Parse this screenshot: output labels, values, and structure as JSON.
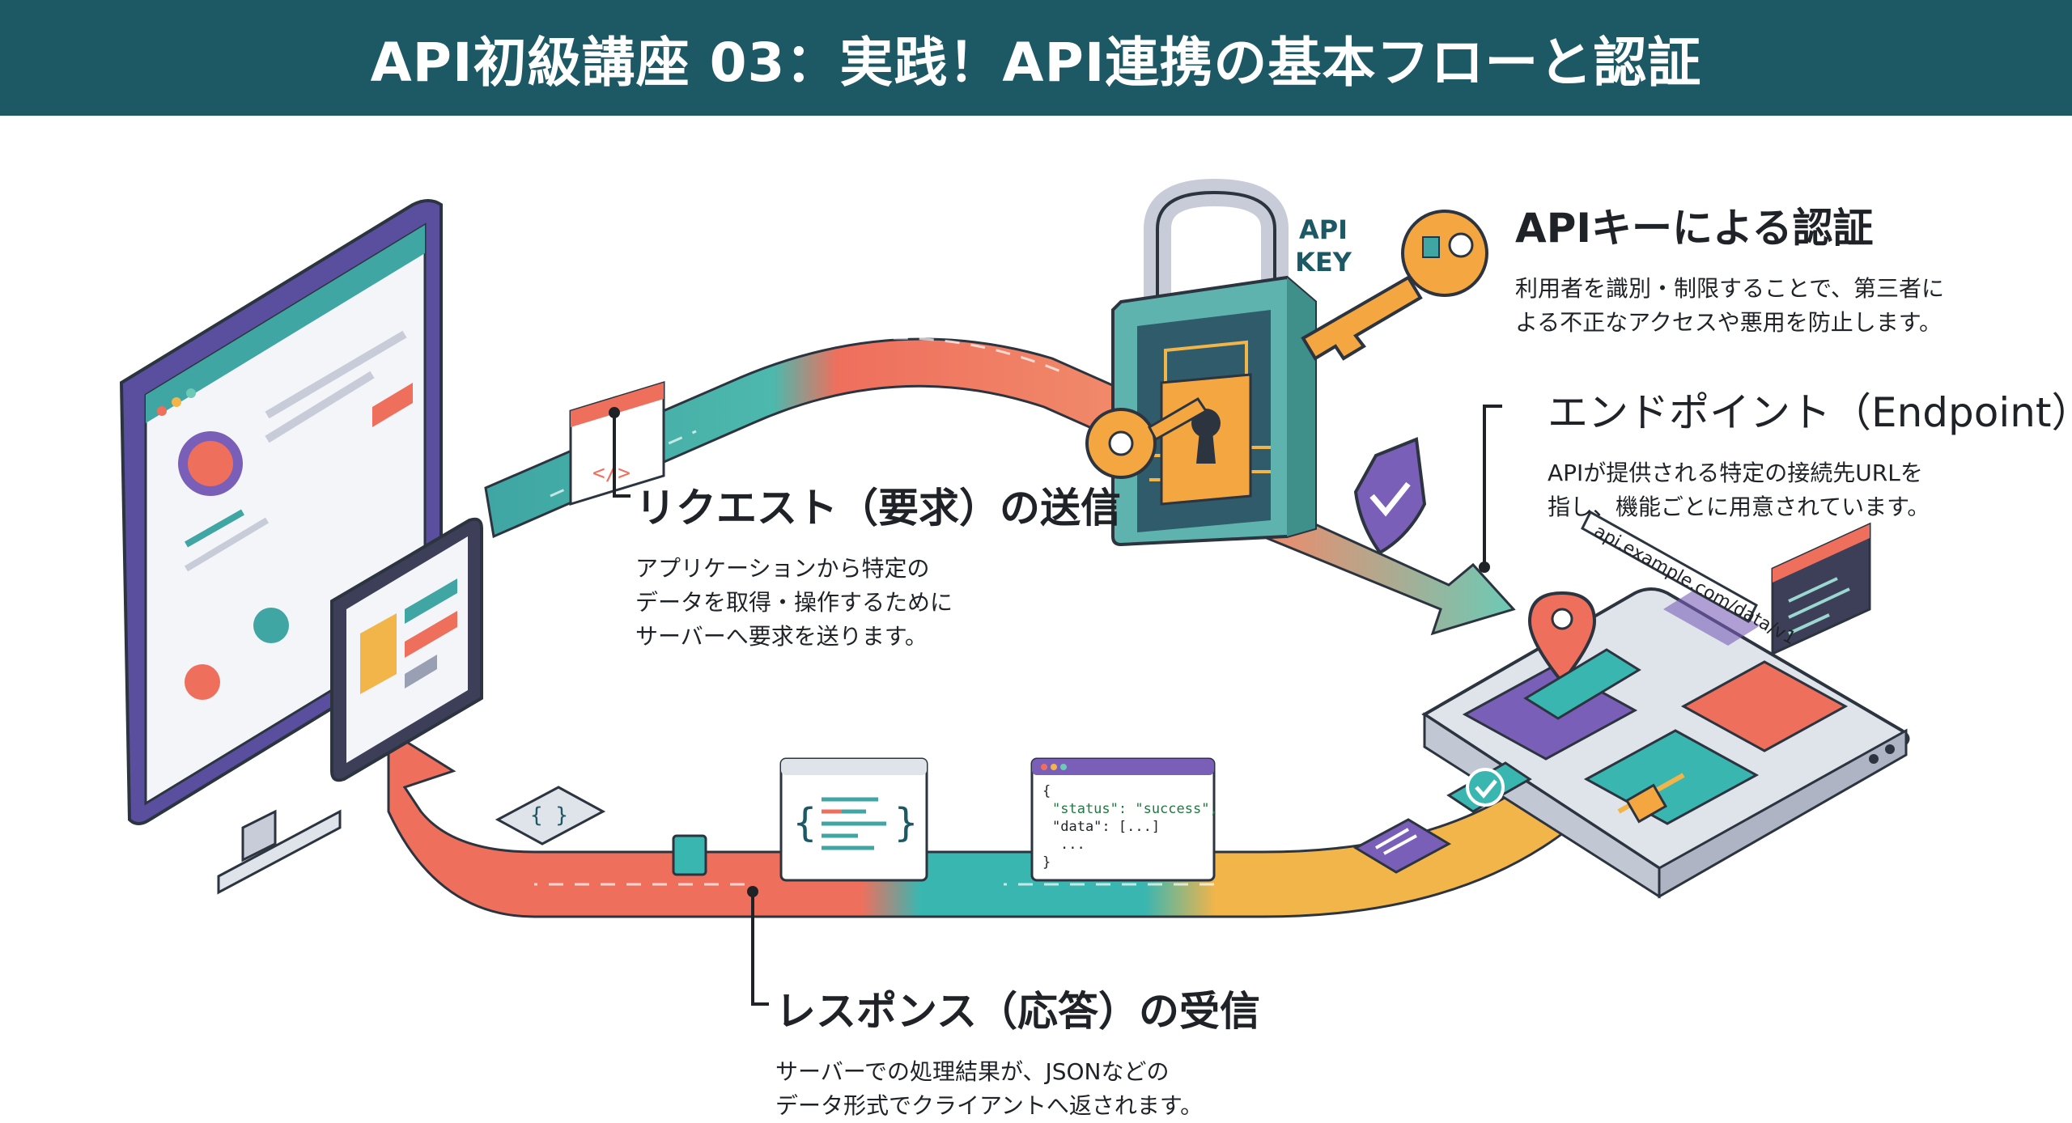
{
  "page": {
    "title": "API初級講座 03：実践！API連携の基本フローと認証"
  },
  "colors": {
    "header_bg": "#1d5865",
    "request_arrow_start": "#3fa6a3",
    "request_arrow_end": "#ef6f5d",
    "response_arrow_start": "#f2b54a",
    "response_arrow_mid": "#3ab6b0",
    "response_arrow_end": "#ef6f5d",
    "lock_teal": "#5fb3ae",
    "key_orange": "#f4a740",
    "server_purple": "#7a5fb8"
  },
  "callouts": {
    "request": {
      "title": "リクエスト（要求）の送信",
      "lines": [
        "アプリケーションから特定の",
        "データを取得・操作するために",
        "サーバーへ要求を送ります。"
      ]
    },
    "auth": {
      "title": "APIキーによる認証",
      "lines": [
        "利用者を識別・制限することで、第三者に",
        "よる不正なアクセスや悪用を防止します。"
      ]
    },
    "endpoint": {
      "title": "エンドポイント（Endpoint）",
      "lines": [
        "APIが提供される特定の接続先URLを",
        "指し、機能ごとに用意されています。"
      ]
    },
    "response": {
      "title": "レスポンス（応答）の受信",
      "lines": [
        "サーバーでの処理結果が、JSONなどの",
        "データ形式でクライアントへ返されます。"
      ]
    }
  },
  "illustration": {
    "lock_label_line1": "API",
    "lock_label_line2": "KEY",
    "endpoint_url": "api.example.com/data/v1",
    "json_snippet": {
      "line1": "{",
      "line2": "\"status\": \"success\",",
      "line3": "\"data\": [...]",
      "line4": "...",
      "line5": "}"
    },
    "code_glyph": "</>",
    "braces_glyph": "{ }"
  },
  "icons": [
    "computer-monitor-icon",
    "tablet-icon",
    "code-window-icon",
    "padlock-icon",
    "api-key-icon",
    "shield-check-icon",
    "server-icon",
    "location-pin-icon",
    "json-document-icon",
    "checkmark-icon",
    "braces-card-icon"
  ]
}
